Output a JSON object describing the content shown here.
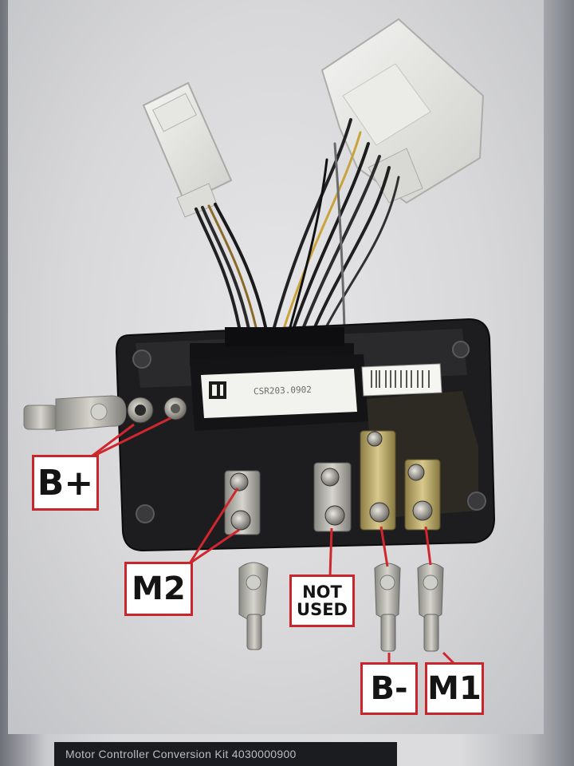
{
  "caption": {
    "text": "Motor Controller Conversion Kit 4030000900"
  },
  "controller": {
    "model_label": "CSR203.0902",
    "barcode_label": "barcode-sticker"
  },
  "callouts": {
    "b_plus": "B+",
    "m2": "M2",
    "not_used_line1": "NOT",
    "not_used_line2": "USED",
    "b_minus": "B-",
    "m1": "M1"
  },
  "colors": {
    "callout_border": "#c8262c",
    "leader_line": "#d0262e",
    "housing": "#1c1c1e",
    "terminal_brass": "#b6a46a"
  }
}
